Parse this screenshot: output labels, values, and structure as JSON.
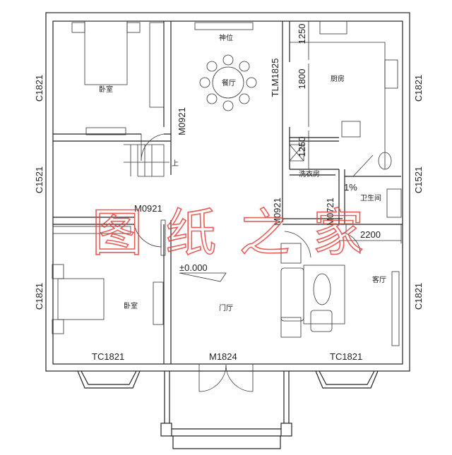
{
  "rooms": {
    "bedroom_top": "卧室",
    "dining": "餐厅",
    "shrine": "神位",
    "kitchen": "厨房",
    "laundry": "洗衣房",
    "bathroom": "卫生间",
    "bedroom_bottom": "卧室",
    "foyer": "门厅",
    "living": "客厅"
  },
  "labels": {
    "win_left_top": "C1821",
    "win_left_mid": "C1521",
    "win_left_bottom": "C1821",
    "win_right_top": "C1821",
    "win_right_mid": "C1521",
    "win_right_bottom": "C1821",
    "door_bedroom_top": "M0921",
    "door_stair": "M0921",
    "door_laundry": "M0921",
    "door_bath": "M0721",
    "slide_door": "TLM1825",
    "dim_1": "1250",
    "dim_2": "1800",
    "dim_3": "1250",
    "dim_living": "2200",
    "slope": "1%",
    "stair_up": "上",
    "elevation": "±0.000",
    "bay_left": "TC1821",
    "bay_right": "TC1821",
    "main_door": "M1824"
  },
  "watermark": "图纸之家",
  "colors": {
    "watermark": "#e8403c",
    "walls": "#222222"
  }
}
